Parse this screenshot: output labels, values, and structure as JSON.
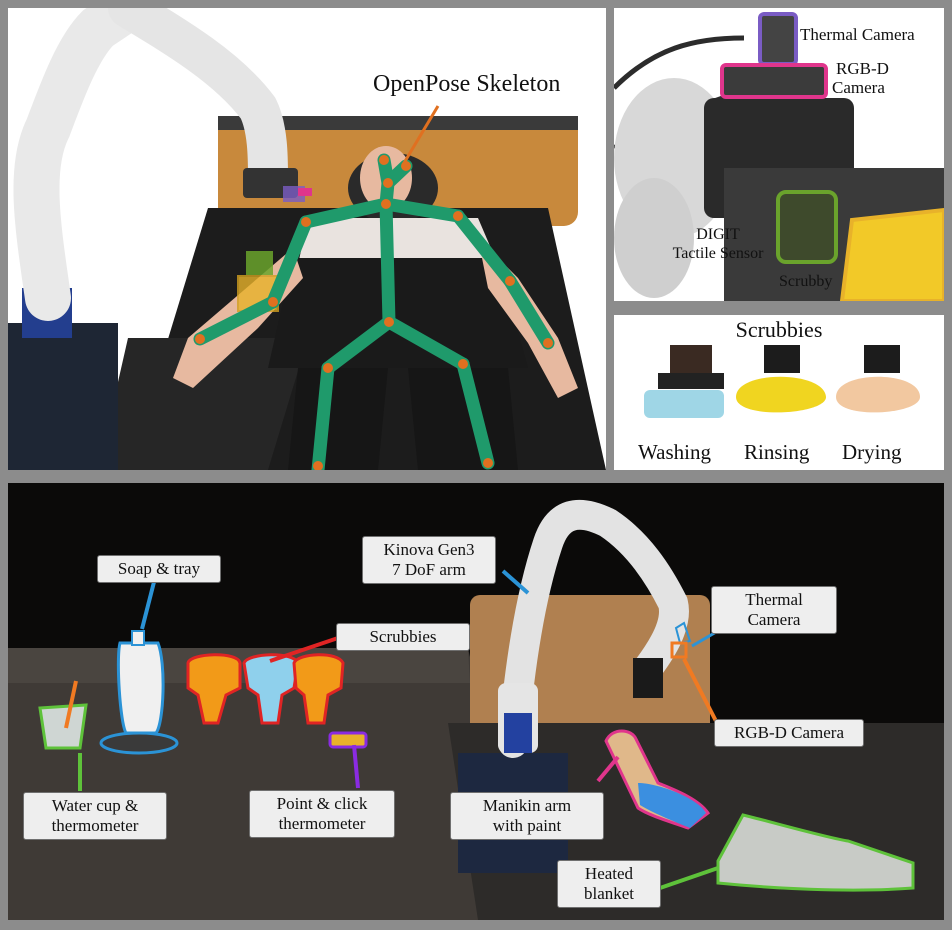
{
  "top_left": {
    "skeleton_label": "OpenPose Skeleton"
  },
  "sensor_panel": {
    "thermal_camera": "Thermal Camera",
    "rgbd_camera_line1": "RGB-D",
    "rgbd_camera_line2": "Camera",
    "digit_line1": "DIGIT",
    "digit_line2": "Tactile Sensor",
    "scrubby": "Scrubby"
  },
  "scrubbies_panel": {
    "title": "Scrubbies",
    "items": [
      "Washing",
      "Rinsing",
      "Drying"
    ]
  },
  "bottom_panel": {
    "soap_tray": "Soap & tray",
    "kinova_line1": "Kinova Gen3",
    "kinova_line2": "7 DoF arm",
    "scrubbies": "Scrubbies",
    "thermal_line1": "Thermal",
    "thermal_line2": "Camera",
    "rgbd_camera": "RGB-D Camera",
    "water_cup_line1": "Water cup &",
    "water_cup_line2": "thermometer",
    "point_click_line1": "Point & click",
    "point_click_line2": "thermometer",
    "manikin_line1": "Manikin arm",
    "manikin_line2": "with paint",
    "heated_line1": "Heated",
    "heated_line2": "blanket"
  },
  "colors": {
    "skeleton": "#1f9a6b",
    "joint": "#e07020",
    "thermal": "#7a5cc4",
    "rgbd": "#e0358c",
    "digit": "#6aa32c",
    "scrubby": "#e8b22a",
    "soap": "#2b93d6",
    "scrubbies": "#e02424",
    "water": "#5ec23a",
    "point_click": "#8a2be2",
    "manikin": "#e0358c",
    "heated": "#5ec23a",
    "rgbd_callout": "#f07a22"
  }
}
